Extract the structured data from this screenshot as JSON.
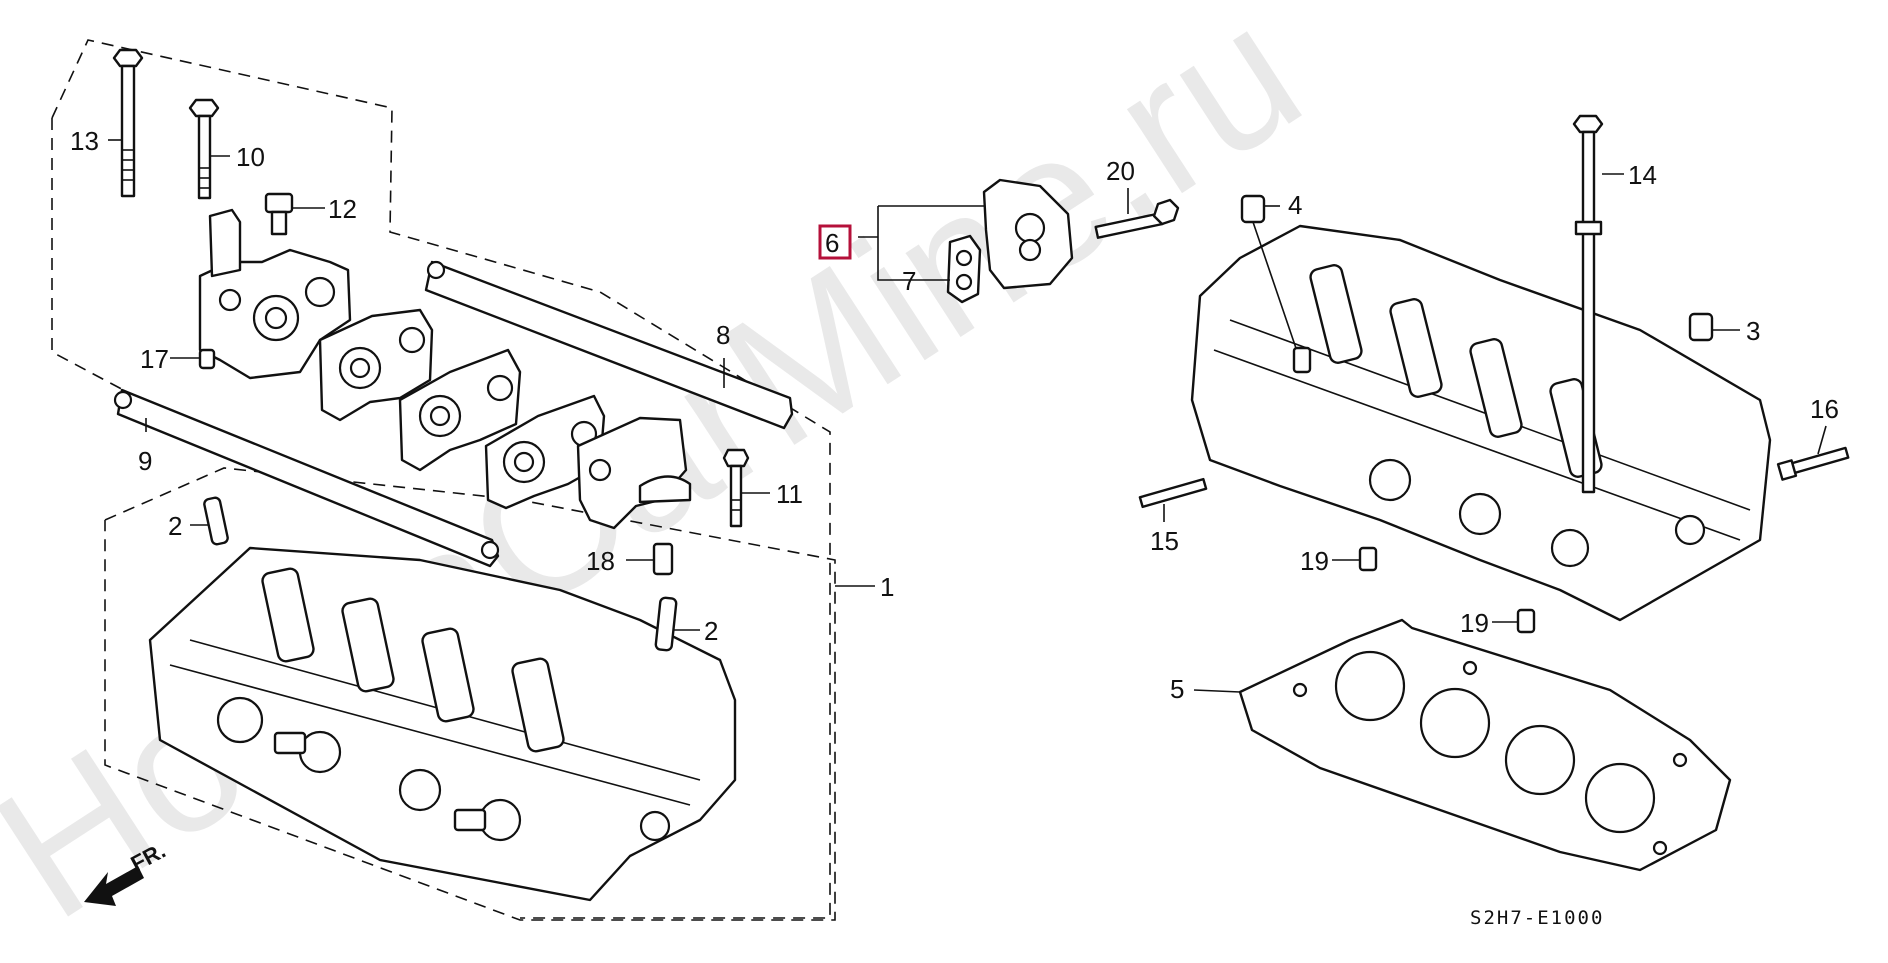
{
  "diagram": {
    "code": "S2H7-E1000",
    "watermark": "HondaCarMine.ru",
    "front_marker": "FR.",
    "highlight_color": "#b5103a",
    "callouts": [
      {
        "id": "c13",
        "text": "13"
      },
      {
        "id": "c10",
        "text": "10"
      },
      {
        "id": "c12",
        "text": "12"
      },
      {
        "id": "c17",
        "text": "17"
      },
      {
        "id": "c8",
        "text": "8"
      },
      {
        "id": "c9",
        "text": "9"
      },
      {
        "id": "c11",
        "text": "11"
      },
      {
        "id": "c2a",
        "text": "2"
      },
      {
        "id": "c18",
        "text": "18"
      },
      {
        "id": "c1",
        "text": "1"
      },
      {
        "id": "c2b",
        "text": "2"
      },
      {
        "id": "c20",
        "text": "20"
      },
      {
        "id": "c6",
        "text": "6",
        "highlighted": true
      },
      {
        "id": "c7",
        "text": "7"
      },
      {
        "id": "c4",
        "text": "4"
      },
      {
        "id": "c14",
        "text": "14"
      },
      {
        "id": "c3",
        "text": "3"
      },
      {
        "id": "c16",
        "text": "16"
      },
      {
        "id": "c15",
        "text": "15"
      },
      {
        "id": "c19a",
        "text": "19"
      },
      {
        "id": "c19b",
        "text": "19"
      },
      {
        "id": "c5",
        "text": "5"
      }
    ]
  }
}
